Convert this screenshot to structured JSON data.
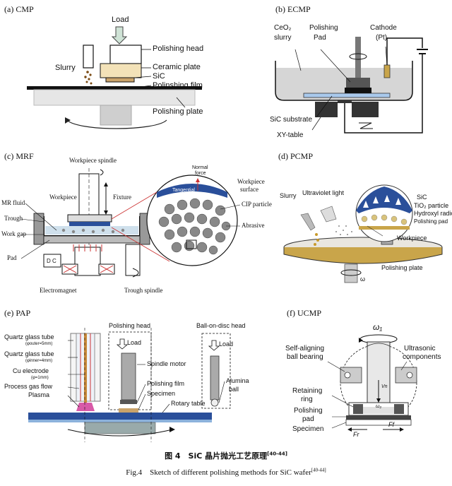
{
  "panels": {
    "a": {
      "title": "(a) CMP",
      "labels": {
        "load": "Load",
        "polishing_head": "Polishing head",
        "slurry": "Slurry",
        "ceramic_plate": "Ceramic plate",
        "sic": "SiC",
        "polishing_film": "Polinshing film",
        "polishing_plate": "Polishing plate"
      }
    },
    "b": {
      "title": "(b) ECMP",
      "labels": {
        "ceo2_line1": "CeO₂",
        "ceo2_line2": "slurry",
        "pad_line1": "Polishing",
        "pad_line2": "Pad",
        "cathode_line1": "Cathode",
        "cathode_line2": "(Pt)",
        "substrate": "SiC substrate",
        "xy_table": "XY-table"
      }
    },
    "c": {
      "title": "(c) MRF",
      "labels": {
        "workpiece_spindle": "Workpiece spindle",
        "workpiece": "Workpiece",
        "fixture": "Fixture",
        "mr_fluid": "MR fluid",
        "trough": "Trough",
        "work_gap": "Work gap",
        "pad": "Pad",
        "dc": "D C",
        "electromagnet": "Electromagnet",
        "trough_spindle": "Trough spindle",
        "normal_force_line1": "Normal",
        "normal_force_line2": "force",
        "tangential_line1": "Tangential",
        "tangential_line2": "force",
        "workpiece_surface_line1": "Workpiece",
        "workpiece_surface_line2": "surface",
        "cip_particle": "CIP particle",
        "abrasive": "Abrasive"
      }
    },
    "d": {
      "title": "(d) PCMP",
      "labels": {
        "slurry": "Slurry",
        "uv_light": "Ultraviolet light",
        "sic": "SiC",
        "tio2": "TiO₂ particle",
        "hydroxyl": "Hydroxyl radicals",
        "polishing_pad": "Polishing pad",
        "workpiece": "Workpiece",
        "polishing_plate": "Polishing plate",
        "omega": "ω"
      }
    },
    "e": {
      "title": "(e) PAP",
      "labels": {
        "quartz_outer": "Quartz glass tube",
        "quartz_outer_dim": "(φouter=5mm)",
        "quartz_inner": "Quartz glass tube",
        "quartz_inner_dim": "(φinner=4mm)",
        "cu_electrode": "Cu electrode",
        "cu_dim": "(φ=1mm)",
        "process_gas": "Process gas flow",
        "plasma": "Plasma",
        "polishing_head": "Polishing head",
        "load1": "Load",
        "spindle_motor": "Spindle motor",
        "polishing_film": "Polishing film",
        "specimen": "Specimen",
        "rotary_table": "Rotary table",
        "ball_on_disc": "Ball-on-disc head",
        "load2": "Load",
        "alumina_line1": "Alumina",
        "alumina_line2": "ball"
      }
    },
    "f": {
      "title": "(f) UCMP",
      "labels": {
        "omega1": "ω₁",
        "self_aligning_line1": "Self-aligning",
        "self_aligning_line2": "ball bearing",
        "ultrasonic_line1": "Ultrasonic",
        "ultrasonic_line2": "components",
        "retaining_line1": "Retaining",
        "retaining_line2": "ring",
        "polishing_pad_line1": "Polishing",
        "polishing_pad_line2": "pad",
        "specimen": "Specimen",
        "fr": "Fr",
        "ff": "Ff",
        "vn": "Vn",
        "omega2": "ω₂"
      }
    }
  },
  "caption": {
    "cn_main": "图 4　SiC 晶片抛光工艺原理",
    "cn_ref": "[40-44]",
    "en_main": "Fig.4　Sketch of different polishing methods for SiC wafer",
    "en_ref": "[40-44]"
  },
  "colors": {
    "pad_blue": "#2a4f9a",
    "ceramic": "#f3e2b8",
    "gray": "#a9a9a9",
    "dark": "#1a1a1a",
    "plate_gold": "#c9a54a"
  }
}
